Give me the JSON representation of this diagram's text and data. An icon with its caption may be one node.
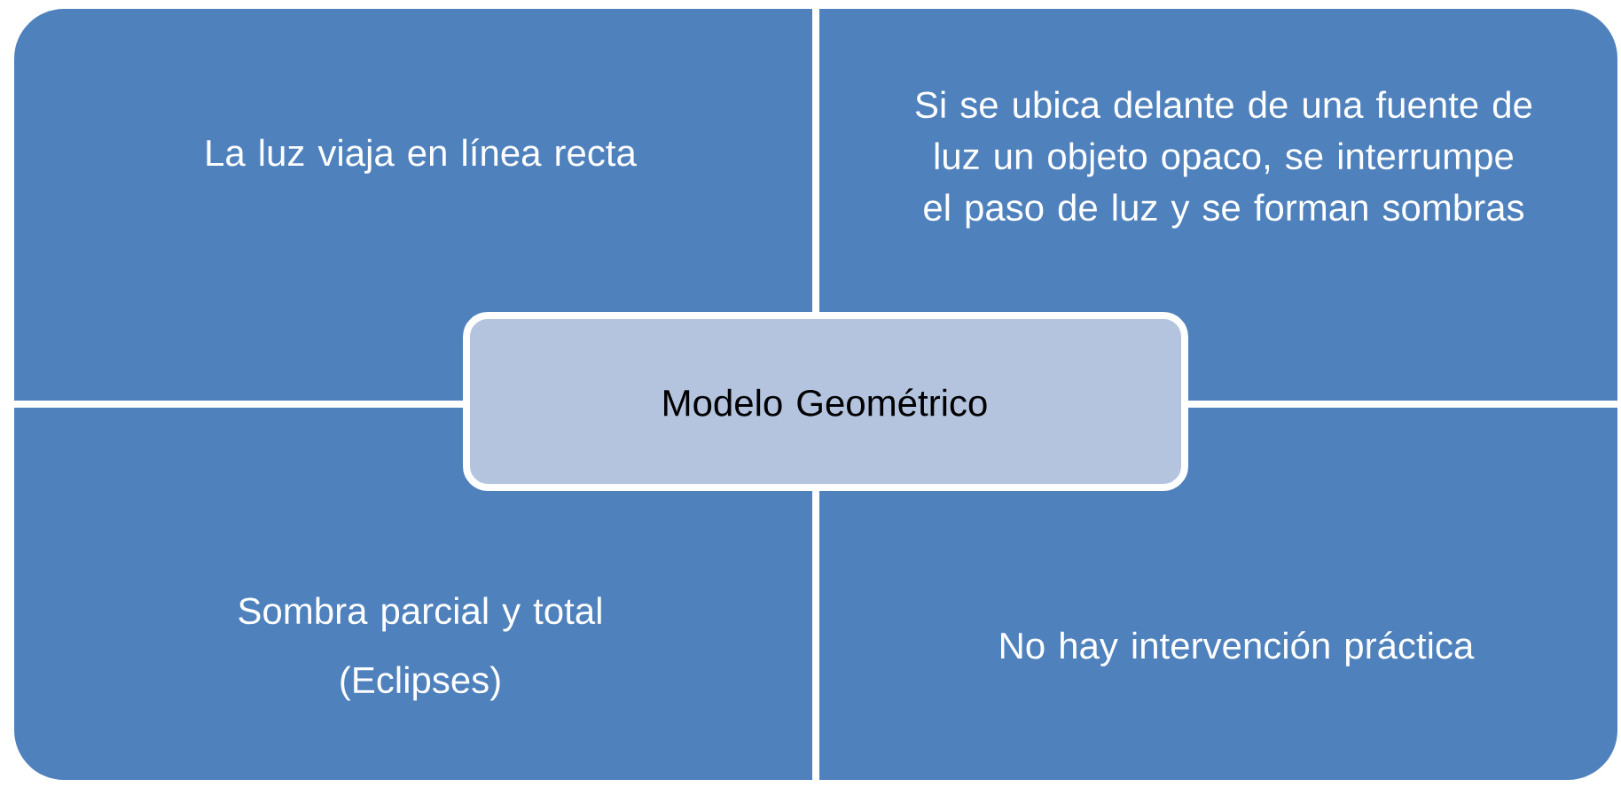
{
  "diagram": {
    "nodes": [
      {
        "text": [
          "La luz viaja en línea recta"
        ]
      },
      {
        "text": [
          "Si se ubica delante de una fuente de luz un objeto opaco, se interrumpe el paso de luz y se forman sombras"
        ]
      },
      {
        "text": [
          "Modelo Geométrico"
        ]
      },
      {
        "text": [
          "Sombra parcial y total",
          "(Eclipses)"
        ]
      },
      {
        "text": [
          "No hay intervención práctica"
        ]
      }
    ]
  }
}
